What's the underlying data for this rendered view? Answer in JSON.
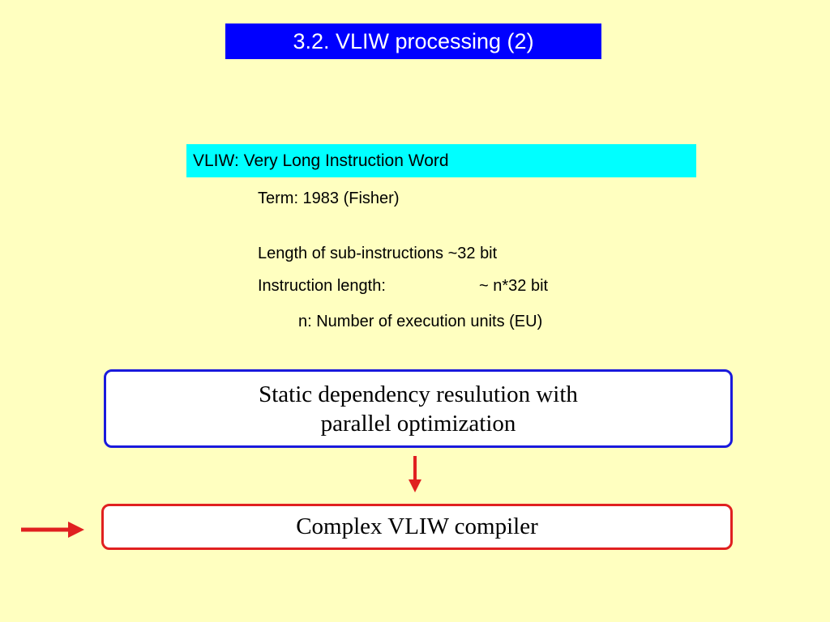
{
  "slide": {
    "title": "3.2. VLIW processing (2)",
    "definition": "VLIW: Very Long Instruction Word",
    "term": "Term: 1983 (Fisher)",
    "sub_instruction_length": "Length of sub-instructions ~32 bit",
    "instruction_length_label": "Instruction length:",
    "instruction_length_value": "~ n*32 bit",
    "n_definition": "n: Number of execution units (EU)",
    "box_static": "Static dependency resulution with\nparallel optimization",
    "box_compiler": "Complex VLIW compiler"
  },
  "colors": {
    "background": "#FFFFC0",
    "title_bg": "#0000FF",
    "definition_bg": "#00FFFF",
    "box_static_border": "#1A1ADC",
    "box_compiler_border": "#E02020",
    "arrow": "#E02020"
  }
}
